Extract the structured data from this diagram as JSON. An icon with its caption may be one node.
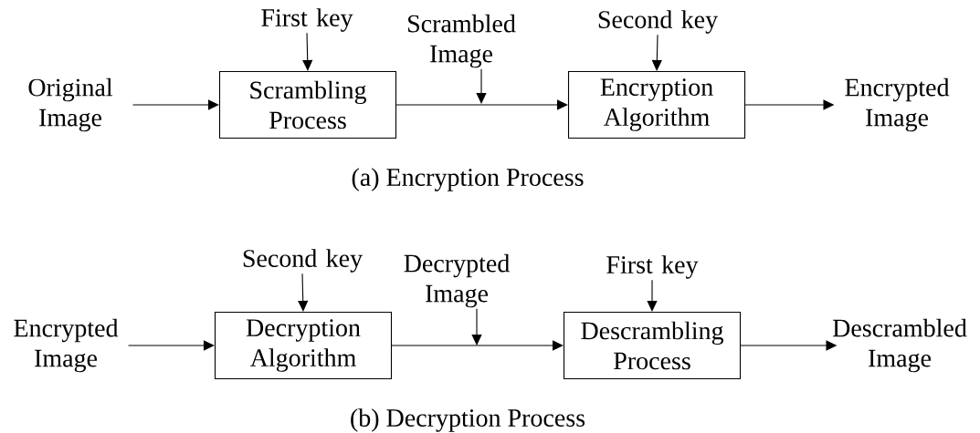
{
  "diagram": {
    "nodes": [
      {
        "text": [
          "Original Image"
        ]
      },
      {
        "text": [
          "First key"
        ]
      },
      {
        "text": [
          "Scrambling Process"
        ]
      },
      {
        "text": [
          "Scrambled Image"
        ]
      },
      {
        "text": [
          "Second key"
        ]
      },
      {
        "text": [
          "Encryption Algorithm"
        ]
      },
      {
        "text": [
          "Encrypted Image"
        ]
      },
      {
        "text": [
          "Encrypted Image"
        ]
      },
      {
        "text": [
          "Second key"
        ]
      },
      {
        "text": [
          "Decryption Algorithm"
        ]
      },
      {
        "text": [
          "Decrypted Image"
        ]
      },
      {
        "text": [
          "First key"
        ]
      },
      {
        "text": [
          "Descrambling Process"
        ]
      },
      {
        "text": [
          "Descrambled Image"
        ]
      }
    ],
    "edges": [
      {
        "from": 0,
        "to": 2,
        "arrow": "to"
      },
      {
        "from": 1,
        "to": 2,
        "arrow": "to"
      },
      {
        "from": 2,
        "to": 5,
        "arrow": "to"
      },
      {
        "from": 3,
        "to": null,
        "arrow": "to"
      },
      {
        "from": 4,
        "to": 5,
        "arrow": "to"
      },
      {
        "from": 5,
        "to": 6,
        "arrow": "to"
      },
      {
        "from": 7,
        "to": 9,
        "arrow": "to"
      },
      {
        "from": 8,
        "to": 9,
        "arrow": "to"
      },
      {
        "from": 9,
        "to": 12,
        "arrow": "to"
      },
      {
        "from": 10,
        "to": null,
        "arrow": "to"
      },
      {
        "from": 11,
        "to": 12,
        "arrow": "to"
      },
      {
        "from": 12,
        "to": 13,
        "arrow": "to"
      }
    ],
    "labels": [
      "(a) Encryption Process",
      "(b) Decryption Process"
    ]
  }
}
